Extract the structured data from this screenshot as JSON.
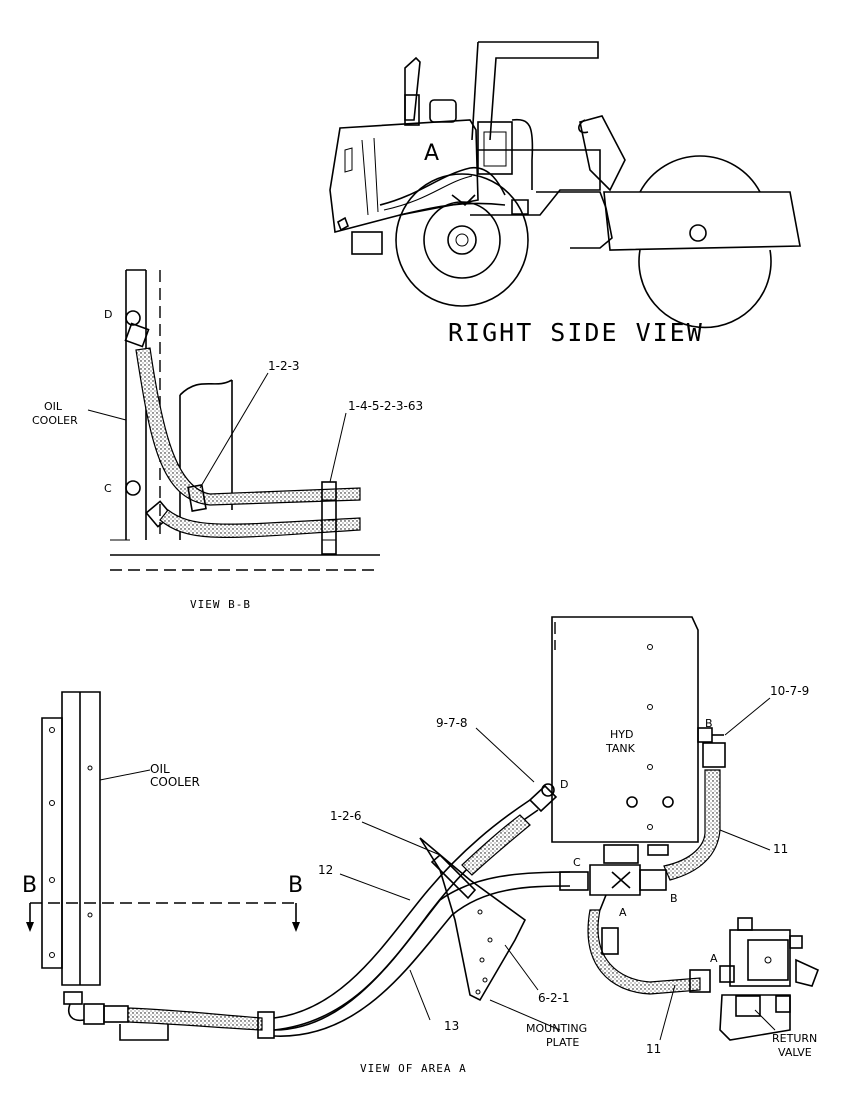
{
  "right_side_view": {
    "title": "RIGHT SIDE VIEW",
    "area_letter": "A"
  },
  "view_bb": {
    "caption": "VIEW B-B",
    "port_d": "D",
    "port_c": "C",
    "oil_cooler_line1": "OIL",
    "oil_cooler_line2": "COOLER",
    "callout_clip": "1-2-3",
    "callout_strap": "1-4-5-2-3-63"
  },
  "view_area_a": {
    "caption": "VIEW OF AREA A",
    "oil_cooler_line1": "OIL",
    "oil_cooler_line2": "COOLER",
    "section_b_left": "B",
    "section_b_right": "B",
    "tank_line1": "HYD",
    "tank_line2": "TANK",
    "callout_elbow_d": "9-7-8",
    "callout_elbow_b": "10-7-9",
    "callout_hose_tank": "11",
    "callout_hose_valve": "11",
    "callout_clamp": "1-2-6",
    "callout_hose_12": "12",
    "callout_hose_13": "13",
    "callout_plate_bolt": "6-2-1",
    "mounting_plate_line1": "MOUNTING",
    "mounting_plate_line2": "PLATE",
    "return_valve_line1": "RETURN",
    "return_valve_line2": "VALVE",
    "port_tank_d": "D",
    "port_tank_b": "B",
    "port_c": "C",
    "port_a_tee": "A",
    "port_b_tee": "B",
    "port_a_valve": "A"
  }
}
